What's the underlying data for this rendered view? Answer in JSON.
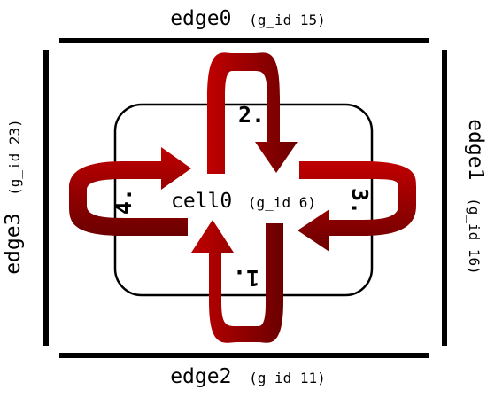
{
  "colors": {
    "arrow_light": "#c00000",
    "arrow_dark": "#6b0000",
    "stroke": "#000000"
  },
  "edges": [
    {
      "name": "edge0",
      "gid": "(g_id 15)"
    },
    {
      "name": "edge1",
      "gid": "(g_id 16)"
    },
    {
      "name": "edge2",
      "gid": "(g_id 11)"
    },
    {
      "name": "edge3",
      "gid": "(g_id 23)"
    }
  ],
  "cell": {
    "name": "cell0",
    "gid": "(g_id 6)"
  },
  "arrows": [
    {
      "label": "1."
    },
    {
      "label": "2."
    },
    {
      "label": "3."
    },
    {
      "label": "4."
    }
  ]
}
